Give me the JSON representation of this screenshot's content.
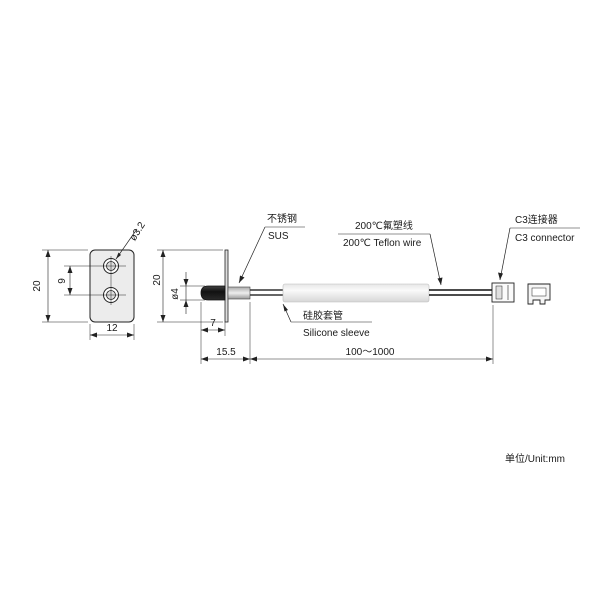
{
  "labels": {
    "sus_cn": "不锈钢",
    "sus_en": "SUS",
    "wire_cn": "200℃氟塑线",
    "wire_en": "200℃ Teflon wire",
    "connector_cn": "C3连接器",
    "connector_en": "C3 connector",
    "sleeve_cn": "硅胶套管",
    "sleeve_en": "Silicone sleeve"
  },
  "dimensions": {
    "plate_height": "20",
    "hole_spacing": "9",
    "plate_width": "12",
    "hole_diameter": "ø3.2",
    "side_height": "20",
    "tube_diameter": "ø4",
    "tip_length": "7",
    "probe_length": "15.5",
    "cable_length": "100～1000"
  },
  "unit_note": "单位/Unit:mm",
  "colors": {
    "line": "#1a1a1a",
    "probe_tip": "#202020",
    "sleeve": "#f2f2f2"
  }
}
